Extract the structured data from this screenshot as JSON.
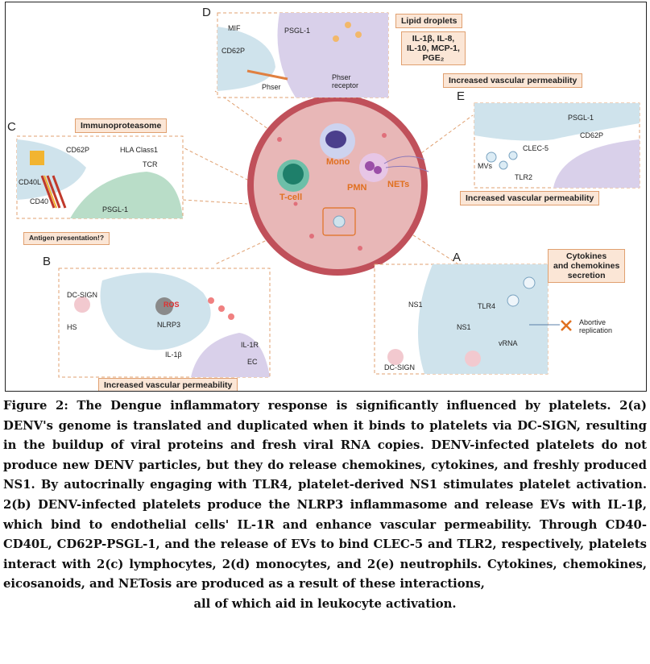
{
  "figure": {
    "panels": {
      "A": {
        "letter": "A",
        "labels": {
          "ns1_top": "NS1",
          "tlr4": "TLR4",
          "ns1_mid": "NS1",
          "vrna": "vRNA",
          "dc_sign": "DC-SIGN",
          "abortive": "Abortive\nreplication"
        },
        "callout": "Cytokines\nand chemokines\nsecretion"
      },
      "B": {
        "letter": "B",
        "labels": {
          "dc_sign": "DC-SIGN",
          "hs": "HS",
          "ros": "ROS",
          "nlrp3": "NLRP3",
          "il1b": "IL-1β",
          "il1r": "IL-1R",
          "ec": "EC"
        },
        "callout": "Increased vascular permeability"
      },
      "C": {
        "letter": "C",
        "labels": {
          "cd62p": "CD62P",
          "hla": "HLA Class1",
          "tcr": "TCR",
          "cd40l": "CD40L",
          "cd40": "CD40",
          "psgl1": "PSGL-1"
        },
        "callout_top": "Immunoproteasome",
        "callout_bottom": "Antigen presentation!?"
      },
      "D": {
        "letter": "D",
        "labels": {
          "mif": "MIF",
          "psgl1": "PSGL-1",
          "cd62p": "CD62P",
          "phser_receptor": "Phser\nreceptor",
          "phser": "Phser"
        },
        "callout_lipid": "Lipid droplets",
        "callout_cytokines": "IL-1β, IL-8,\nIL-10, MCP-1,\nPGE₂",
        "callout_perm": "Increased vascular permeability"
      },
      "E": {
        "letter": "E",
        "labels": {
          "psgl1": "PSGL-1",
          "cd62p": "CD62P",
          "clec5": "CLEC-5",
          "mvs": "MVs",
          "tlr2": "TLR2"
        },
        "callout": "Increased vascular permeability"
      }
    },
    "center": {
      "cells": {
        "mono": "Mono",
        "tcell": "T-cell",
        "pmn": "PMN",
        "nets": "NETs"
      }
    },
    "colors": {
      "panel_border": "#e0a070",
      "callout_fill": "#fbe6d6",
      "vessel_fill": "#e8b7b7",
      "vessel_wall": "#c0505a",
      "cell_blue": "#cfe3ec",
      "cell_purple": "#d9d0ea",
      "cell_green": "#b9ddc8",
      "accent_orange": "#e07020"
    }
  },
  "caption": {
    "text": "Figure 2: The Dengue inflammatory response is significantly influenced by platelets. 2(a) DENV's genome is translated and duplicated when it binds to platelets via DC-SIGN, resulting in the buildup of viral proteins and fresh viral RNA copies. DENV-infected platelets do not produce new DENV particles, but they do release chemokines, cytokines, and freshly produced NS1. By autocrinally engaging with TLR4, platelet-derived NS1 stimulates platelet activation. 2(b) DENV-infected platelets produce the NLRP3 inflammasome and release EVs with IL-1β, which bind to endothelial cells' IL-1R and enhance vascular permeability. Through CD40-CD40L, CD62P-PSGL-1, and the release of EVs to bind CLEC-5 and TLR2, respectively, platelets interact with 2(c) lymphocytes, 2(d) monocytes, and 2(e) neutrophils. Cytokines, chemokines, eicosanoids, and NETosis are produced as a result of these interactions,",
    "last_line": "all of which aid in leukocyte activation."
  }
}
